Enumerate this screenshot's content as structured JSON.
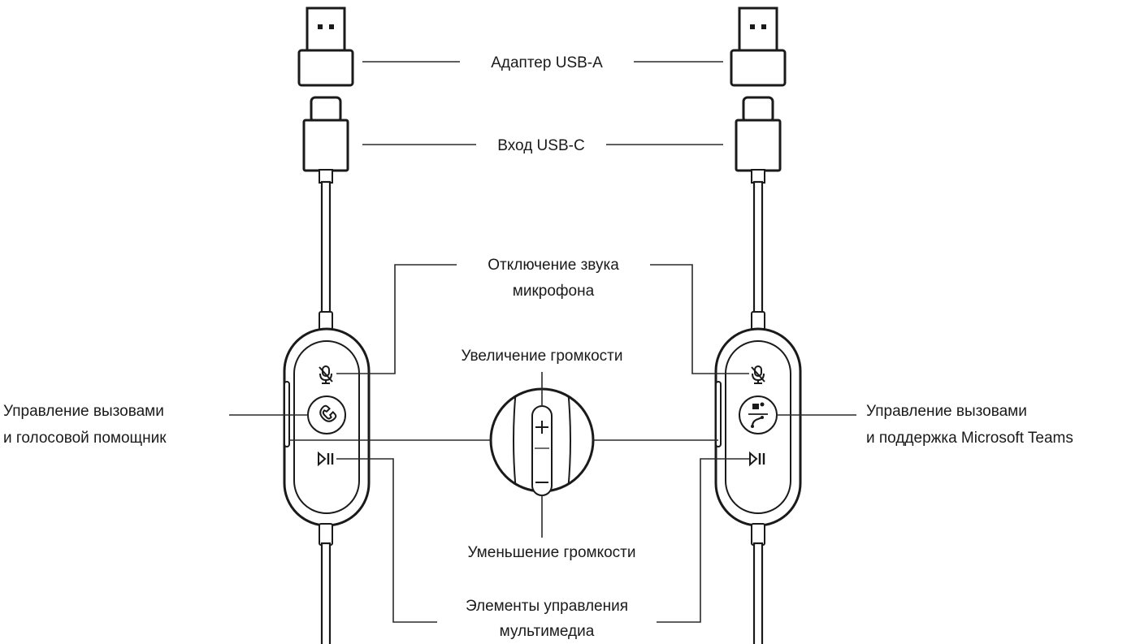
{
  "labels": {
    "usb_a": "Адаптер USB-A",
    "usb_c": "Вход USB-C",
    "mute_line1": "Отключение звука",
    "mute_line2": "микрофона",
    "vol_up": "Увеличение громкости",
    "vol_down": "Уменьшение громкости",
    "left_call_line1": "Управление вызовами",
    "left_call_line2": "и голосовой помощник",
    "right_call_line1": "Управление вызовами",
    "right_call_line2": "и поддержка Microsoft Teams",
    "media_line1": "Элементы управления",
    "media_line2": "мультимедиа"
  },
  "icons": {
    "mute": "microphone-mute-icon",
    "call": "phone-handset-icon",
    "teams": "microsoft-teams-icon",
    "play_pause": "play-pause-icon",
    "plus": "plus-icon",
    "minus": "minus-icon"
  },
  "colors": {
    "line": "#1a1a1a",
    "background": "#ffffff"
  }
}
